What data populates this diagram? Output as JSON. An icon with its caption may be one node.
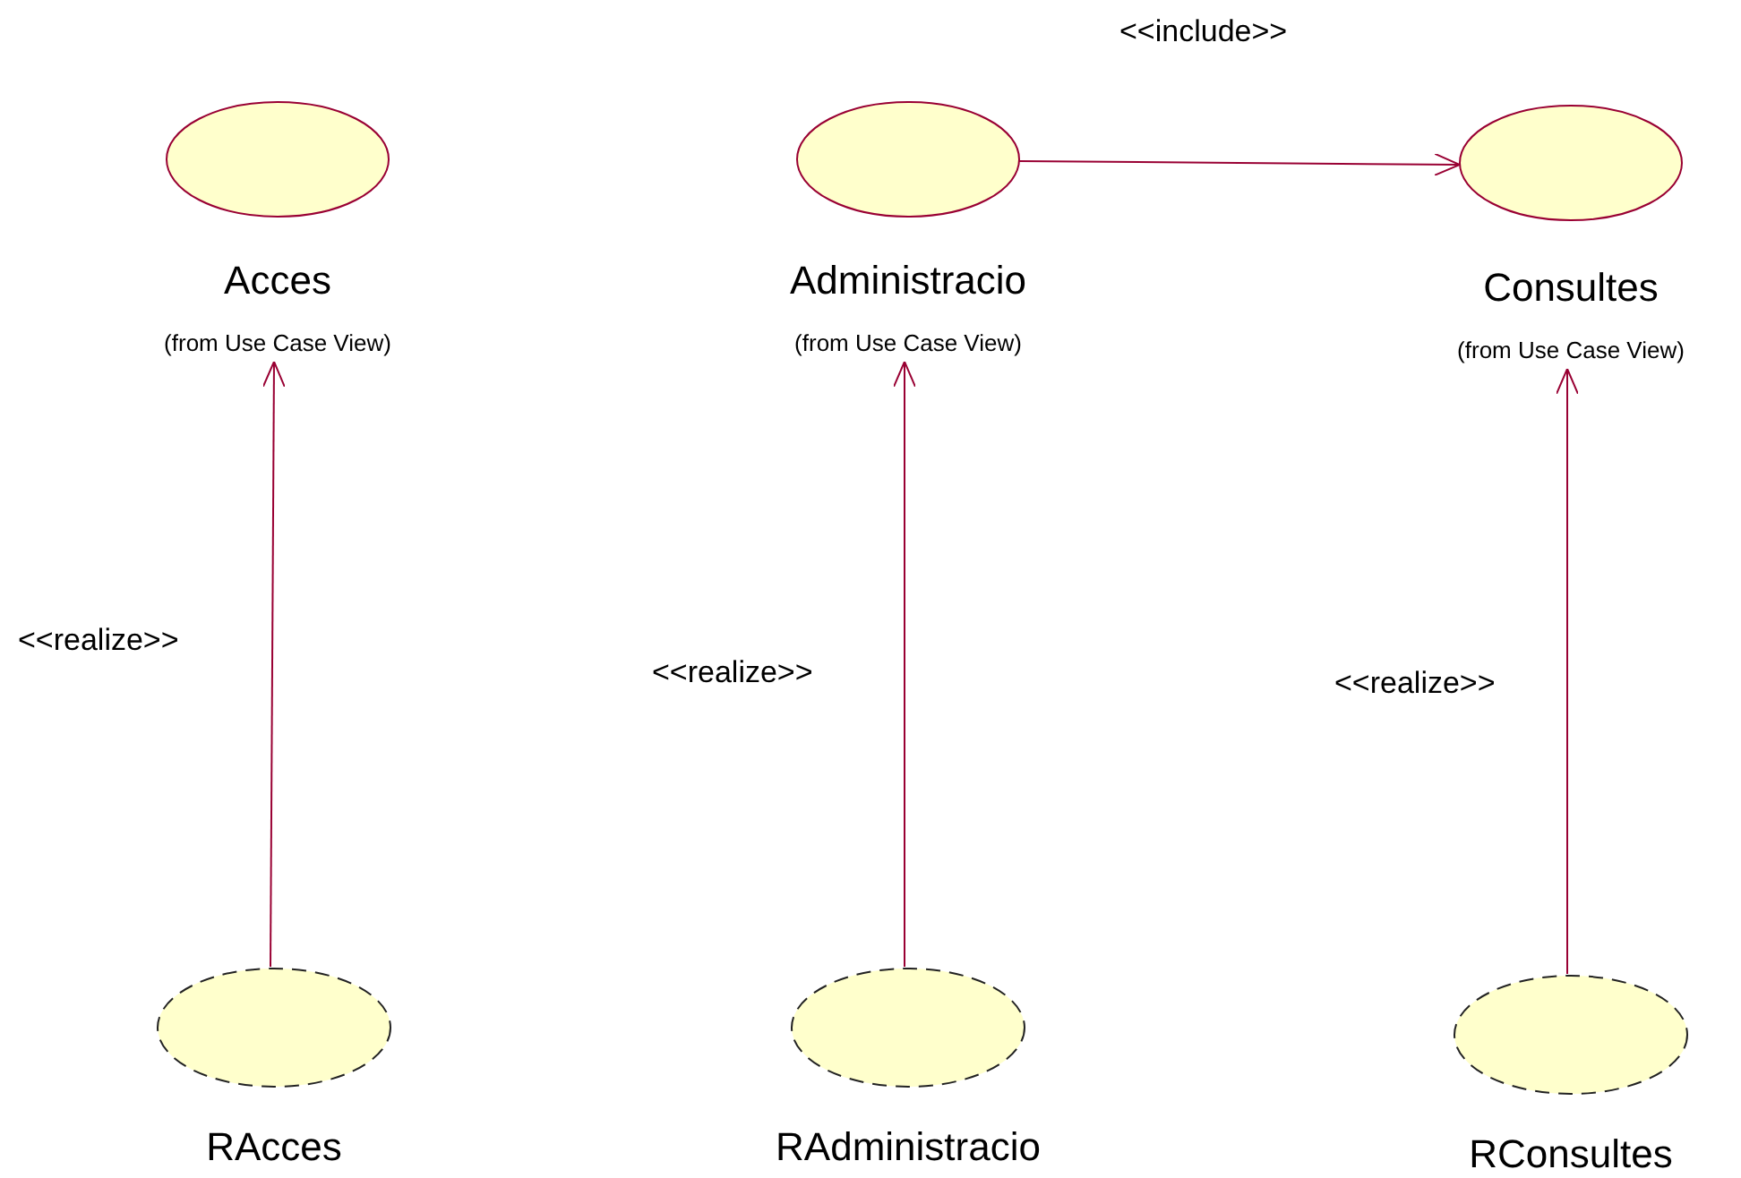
{
  "diagram": {
    "nodes": [
      {
        "text": [
          "Acces",
          "(from Use Case View)"
        ]
      },
      {
        "text": [
          "Administracio",
          "(from Use Case View)"
        ]
      },
      {
        "text": [
          "Consultes",
          "(from Use Case View)"
        ]
      },
      {
        "text": [
          "RAcces"
        ]
      },
      {
        "text": [
          "RAdministracio"
        ]
      },
      {
        "text": [
          "RConsultes"
        ]
      }
    ],
    "edges": [
      {
        "from": 1,
        "to": 2,
        "arrow": "to",
        "label": "<<include>>"
      },
      {
        "from": 3,
        "to": 0,
        "arrow": "to",
        "label": "<<realize>>"
      },
      {
        "from": 4,
        "to": 1,
        "arrow": "to",
        "label": "<<realize>>"
      },
      {
        "from": 5,
        "to": 2,
        "arrow": "to",
        "label": "<<realize>>"
      }
    ]
  }
}
